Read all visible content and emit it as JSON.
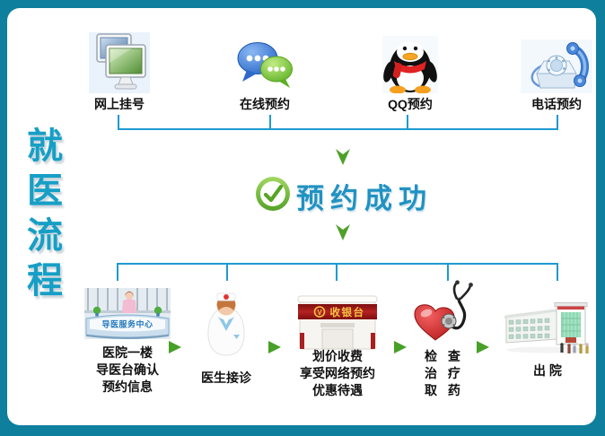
{
  "title": {
    "text": "就医流程",
    "chars": [
      "就",
      "医",
      "流",
      "程"
    ]
  },
  "top_row": {
    "items": [
      {
        "label": "网上挂号",
        "icon": "computer-icon"
      },
      {
        "label": "在线预约",
        "icon": "chat-bubbles-icon"
      },
      {
        "label": "QQ预约",
        "icon": "qq-penguin-icon"
      },
      {
        "label": "电话预约",
        "icon": "telephone-icon"
      }
    ]
  },
  "success": {
    "label": "预约成功",
    "icon": "check-circle-icon"
  },
  "bottom_row": {
    "items": [
      {
        "icon": "reception-desk-icon",
        "sign": "导医服务中心",
        "lines": [
          "医院一楼",
          "导医台确认",
          "预约信息"
        ]
      },
      {
        "icon": "nurse-icon",
        "lines": [
          "医生接诊"
        ]
      },
      {
        "icon": "cashier-counter-icon",
        "sign": "收银台",
        "sign_badge": "V",
        "lines": [
          "划价收费",
          "享受网络预约",
          "优惠待遇"
        ]
      },
      {
        "icon": "heart-stethoscope-icon",
        "lines": [
          "检 查",
          "治 疗",
          "取 药"
        ]
      },
      {
        "icon": "hospital-building-icon",
        "lines": [
          "出 院"
        ]
      }
    ]
  },
  "colors": {
    "frame_teal": "#0f7f9e",
    "connector_blue": "#1e9ad2",
    "arrow_green": "#4fa02a",
    "title_teal": "#169fc6",
    "success_blue": "#2092c2",
    "cashier_red": "#a01818",
    "gold": "#f2c443"
  }
}
